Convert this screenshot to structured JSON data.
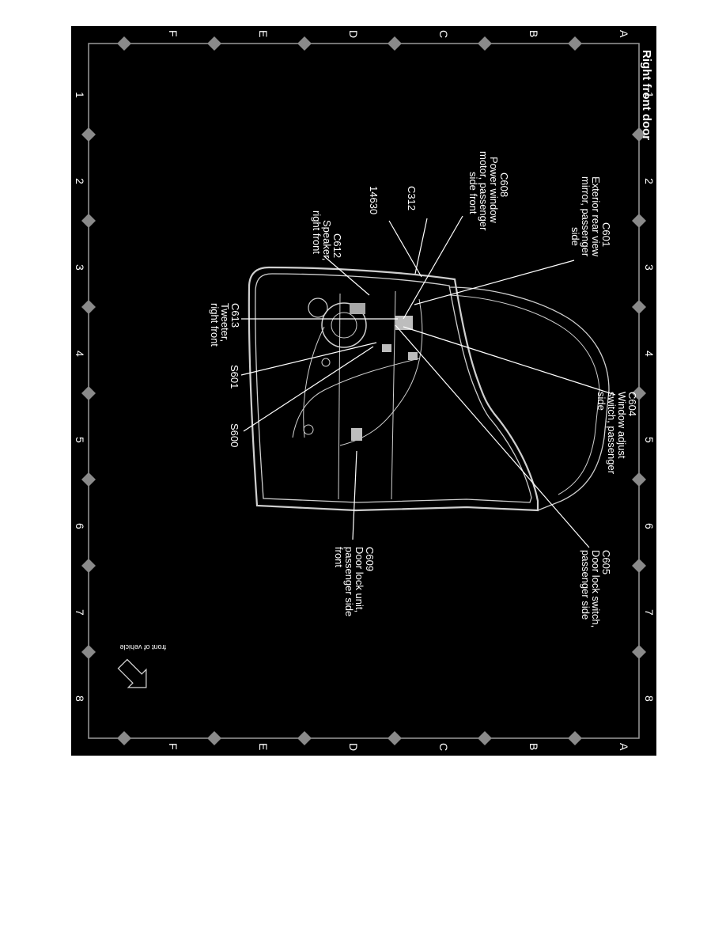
{
  "title": "Right front door",
  "grid": {
    "rows": [
      "A",
      "B",
      "C",
      "D",
      "E",
      "F"
    ],
    "cols": [
      "1",
      "2",
      "3",
      "4",
      "5",
      "6",
      "7",
      "8"
    ]
  },
  "callouts": [
    {
      "id": "c601",
      "lines": [
        "C601",
        "Exterior rear view",
        "mirror, passenger",
        "side"
      ]
    },
    {
      "id": "c608",
      "lines": [
        "C608",
        "Power window",
        "motor, passenger",
        "side front"
      ]
    },
    {
      "id": "c312",
      "lines": [
        "C312"
      ]
    },
    {
      "id": "w14630",
      "lines": [
        "14630"
      ]
    },
    {
      "id": "c612",
      "lines": [
        "C612",
        "Speaker,",
        "right front"
      ]
    },
    {
      "id": "c613",
      "lines": [
        "C613",
        "Tweeter,",
        "right front"
      ]
    },
    {
      "id": "s601",
      "lines": [
        "S601"
      ]
    },
    {
      "id": "s600",
      "lines": [
        "S600"
      ]
    },
    {
      "id": "c604",
      "lines": [
        "C604",
        "Window adjust",
        "switch, passenger",
        "side"
      ]
    },
    {
      "id": "c605",
      "lines": [
        "C605",
        "Door lock switch,",
        "passenger side"
      ]
    },
    {
      "id": "c609",
      "lines": [
        "C609",
        "Door lock unit,",
        "passenger side",
        "front"
      ]
    }
  ],
  "orientation": {
    "label": "front of vehicle",
    "icon": "arrow-icon"
  }
}
